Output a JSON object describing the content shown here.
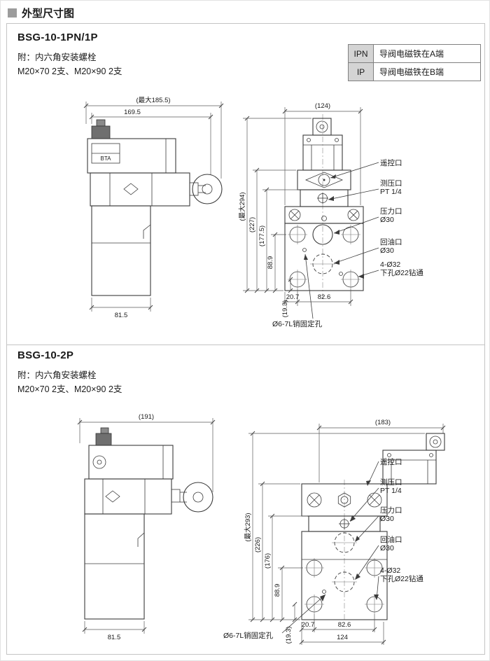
{
  "header": {
    "title": "外型尺寸图"
  },
  "legend": {
    "items": [
      {
        "code": "IPN",
        "desc": "导阀电磁铁在A端"
      },
      {
        "code": "IP",
        "desc": "导阀电磁铁在B端"
      }
    ]
  },
  "ports": {
    "remote": "遥控口",
    "gauge": "测压口",
    "gauge_size": "PT 1/4",
    "pressure": "压力口",
    "pressure_size": "Ø30",
    "tank": "回油口",
    "tank_size": "Ø30",
    "mount_holes": "4-Ø32",
    "mount_holes_note": "下孔Ø22钻通",
    "pin_hole": "Ø6-7L销固定孔"
  },
  "section1": {
    "model": "BSG-10-1PN/1P",
    "bolt_note": "附：内六角安装螺栓",
    "bolt_spec": "M20×70 2支、M20×90 2支",
    "coil_mark": "BTA",
    "dims": {
      "total_width": "(最大185.5)",
      "upper_width": "169.5",
      "body_width": "81.5",
      "front_width": "(124)",
      "total_height": "(最大294)",
      "h227": "(227)",
      "h177": "(177.5)",
      "h889": "88.9",
      "h193": "(19.3)",
      "b207": "20.7",
      "b826": "82.6"
    }
  },
  "section2": {
    "model": "BSG-10-2P",
    "bolt_note": "附：内六角安装螺栓",
    "bolt_spec": "M20×70 2支、M20×90 2支",
    "dims": {
      "total_width": "(191)",
      "body_width": "81.5",
      "front_width": "(183)",
      "total_height": "(最大293)",
      "h226": "(226)",
      "h176": "(176)",
      "h889": "88.9",
      "h193": "(19.3)",
      "b207": "20.7",
      "b826": "82.6",
      "b124": "124"
    }
  }
}
